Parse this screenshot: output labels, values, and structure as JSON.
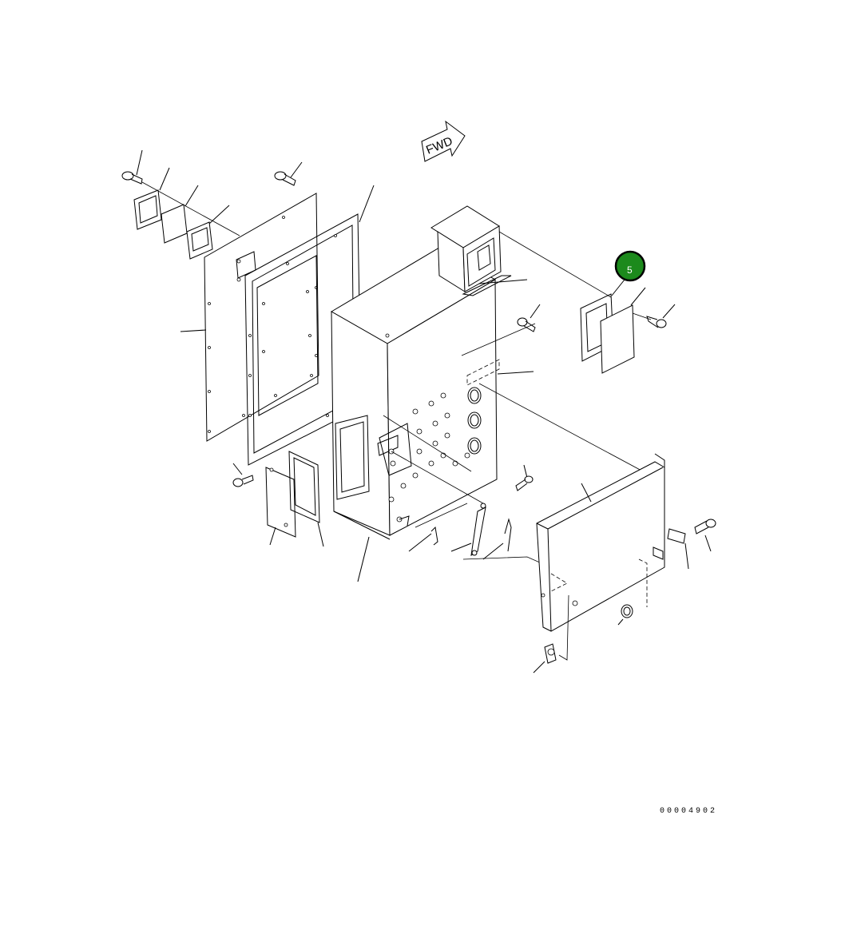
{
  "diagram": {
    "direction_label": "FWD",
    "callout": {
      "number": "5",
      "color": "#1c8a1c"
    },
    "drawing_number": "00004902"
  }
}
